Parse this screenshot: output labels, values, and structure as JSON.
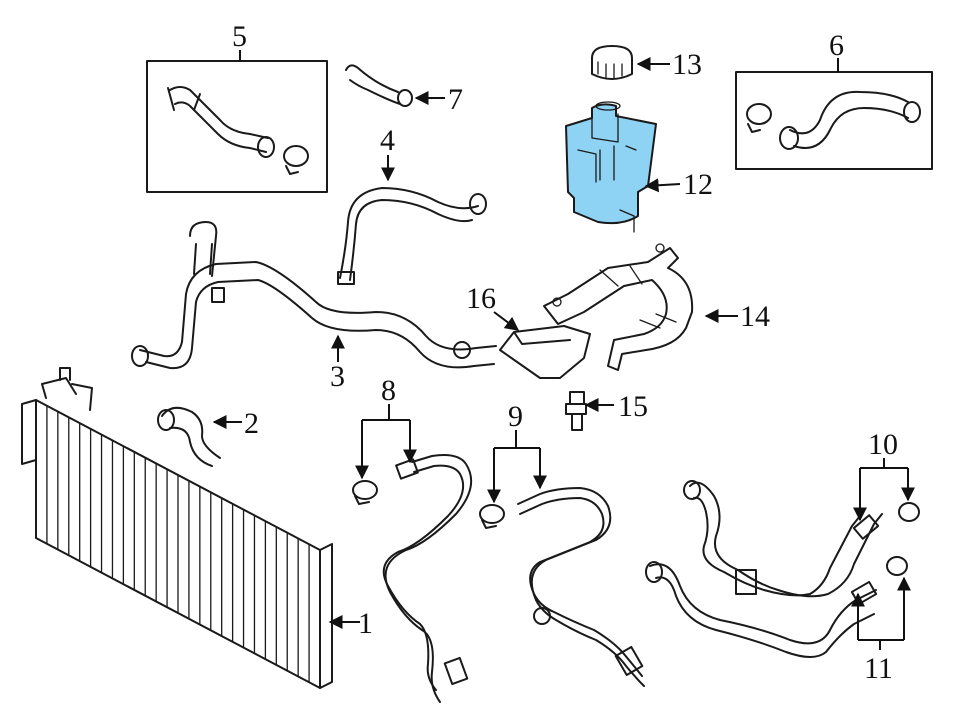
{
  "diagram": {
    "highlight_color": "#8fd3f4",
    "callouts": {
      "c1": "1",
      "c2": "2",
      "c3": "3",
      "c4": "4",
      "c5": "5",
      "c6": "6",
      "c7": "7",
      "c8": "8",
      "c9": "9",
      "c10": "10",
      "c11": "11",
      "c12": "12",
      "c13": "13",
      "c14": "14",
      "c15": "15",
      "c16": "16"
    }
  }
}
